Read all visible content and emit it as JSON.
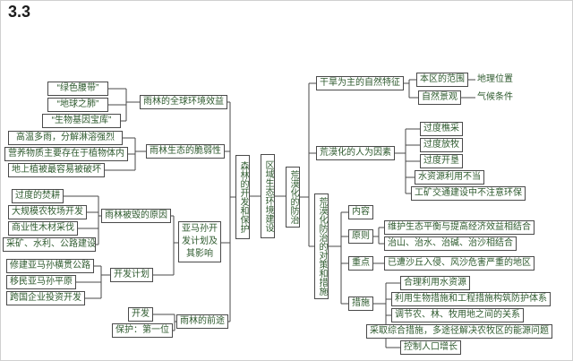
{
  "title": "3.3",
  "colors": {
    "text": "#2e5a2e",
    "line": "#4a4a4a",
    "border": "#4a4a4a",
    "background": "#ffffff"
  },
  "center": {
    "root": "区域生态环境建设",
    "forest_topic": "森林的开发和保护",
    "desert_topic": "荒漠化的防治"
  },
  "forest": {
    "global_benefits": {
      "label": "雨林的全球环境效益",
      "items": [
        "“绿色腰带”",
        "“地球之肺”",
        "“生物基因宝库”"
      ]
    },
    "fragility": {
      "label": "雨林生态的脆弱性",
      "items": [
        "高温多雨，分解淋溶强烈",
        "营养物质主要存在于植物体内",
        "地上植被最容易被破坏"
      ]
    },
    "amazon": {
      "label": "亚马孙开发计划及其影响",
      "destruction_reasons": {
        "label": "雨林被毁的原因",
        "items": [
          "过度的焚耕",
          "大规模农牧场开发",
          "商业性木材采伐",
          "采矿、水利、公路建设"
        ]
      },
      "development_plan": {
        "label": "开发计划",
        "items": [
          "修建亚马孙横贯公路",
          "移民亚马孙平原",
          "跨国企业投资开发"
        ]
      }
    },
    "future": {
      "label": "雨林的前途",
      "items": [
        "开发",
        "保护：第一位"
      ]
    }
  },
  "desert": {
    "natural_features": {
      "label": "干旱为主的自然特征",
      "items": [
        "本区的范围",
        "地理位置",
        "自然景观",
        "气候条件"
      ]
    },
    "human_factors": {
      "label": "荒漠化的人为因素",
      "items": [
        "过度樵采",
        "过度放牧",
        "过度开垦",
        "水资源利用不当",
        "工矿交通建设中不注意环保"
      ]
    },
    "control": {
      "label": "荒漠化防治的对策和措施",
      "content": {
        "label": "内容"
      },
      "principle": {
        "label": "原则",
        "items": [
          "维护生态平衡与提高经济效益相结合",
          "治山、治水、治碱、治沙相结合"
        ]
      },
      "focus": {
        "label": "重点",
        "items": [
          "已遭沙丘入侵、风沙危害严重的地区"
        ]
      },
      "measures": {
        "label": "措施",
        "items": [
          "合理利用水资源",
          "利用生物措施和工程措施构筑防护体系",
          "调节农、林、牧用地之间的关系",
          "采取综合措施，多途径解决农牧区的能源问题",
          "控制人口增长"
        ]
      }
    }
  }
}
